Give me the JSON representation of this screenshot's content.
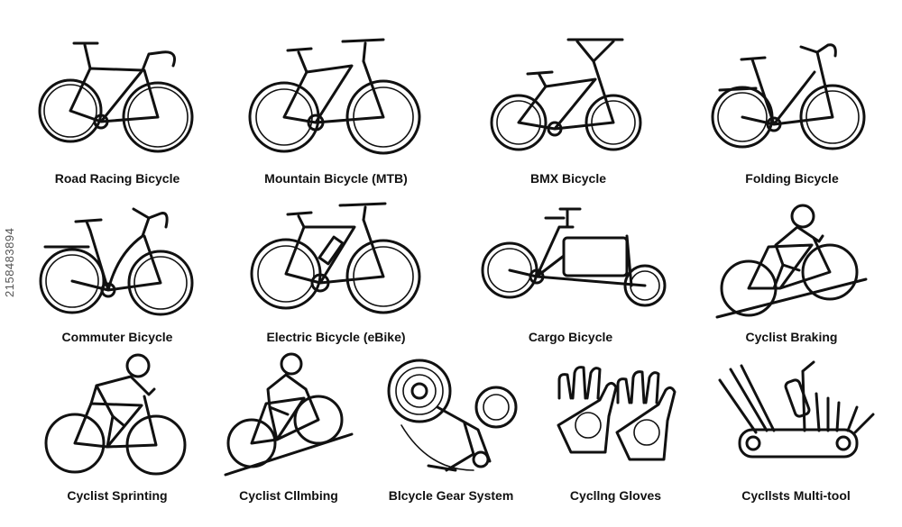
{
  "row1": [
    {
      "label": "Road Racing Bicycle",
      "icon": "road-racing-bicycle-icon"
    },
    {
      "label": "Mountain Bicycle (MTB)",
      "icon": "mountain-bicycle-icon"
    },
    {
      "label": "BMX Bicycle",
      "icon": "bmx-bicycle-icon"
    },
    {
      "label": "Folding Bicycle",
      "icon": "folding-bicycle-icon"
    }
  ],
  "row2": [
    {
      "label": "Commuter Bicycle",
      "icon": "commuter-bicycle-icon"
    },
    {
      "label": "Electric Bicycle (eBike)",
      "icon": "electric-bicycle-icon"
    },
    {
      "label": "Cargo Bicycle",
      "icon": "cargo-bicycle-icon"
    },
    {
      "label": "Cyclist Braking",
      "icon": "cyclist-braking-icon"
    }
  ],
  "row3": [
    {
      "label": "Cyclist Sprinting",
      "icon": "cyclist-sprinting-icon"
    },
    {
      "label": "Cyclist Cllmbing",
      "icon": "cyclist-climbing-icon"
    },
    {
      "label": "Blcycle Gear System",
      "icon": "bicycle-gear-system-icon"
    },
    {
      "label": "Cycllng Gloves",
      "icon": "cycling-gloves-icon"
    },
    {
      "label": "Cycllsts Multi-tool",
      "icon": "cyclists-multi-tool-icon"
    }
  ],
  "watermark": "2158483894",
  "colors": {
    "stroke": "#111111",
    "background": "#ffffff"
  }
}
